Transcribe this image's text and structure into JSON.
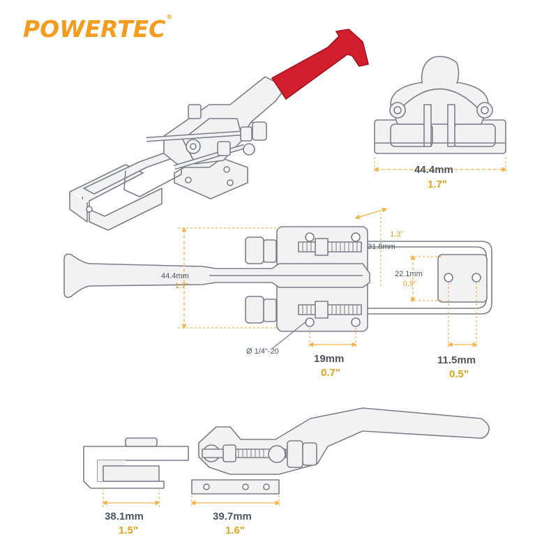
{
  "brand": {
    "name": "POWERTEC",
    "mark": "®",
    "color": "#f39c1f"
  },
  "colors": {
    "outline": "#7a7e86",
    "fill": "#f2f2f2",
    "handle_red": "#d21f2e",
    "dim_line": "#f0b44a",
    "text_dark": "#4d5560",
    "text_gold": "#e2a21c"
  },
  "dimensions": {
    "end_view_width": {
      "mm": "44.4mm",
      "inch": "1.7\""
    },
    "top_view_height": {
      "mm": "44.4mm",
      "inch": "1.7\""
    },
    "top_view_offset": {
      "inch": "1.3\"",
      "mm": "31.8mm"
    },
    "top_view_slot": {
      "mm": "22.1mm",
      "inch": "0.9\""
    },
    "thread": {
      "label": "Ø 1/4\"-20"
    },
    "bolt_spacing": {
      "mm": "19mm",
      "inch": "0.7\""
    },
    "hook_hole": {
      "mm": "11.5mm",
      "inch": "0.5\""
    },
    "hook_length": {
      "mm": "38.1mm",
      "inch": "1.5\""
    },
    "base_length": {
      "mm": "39.7mm",
      "inch": "1.6\""
    }
  }
}
